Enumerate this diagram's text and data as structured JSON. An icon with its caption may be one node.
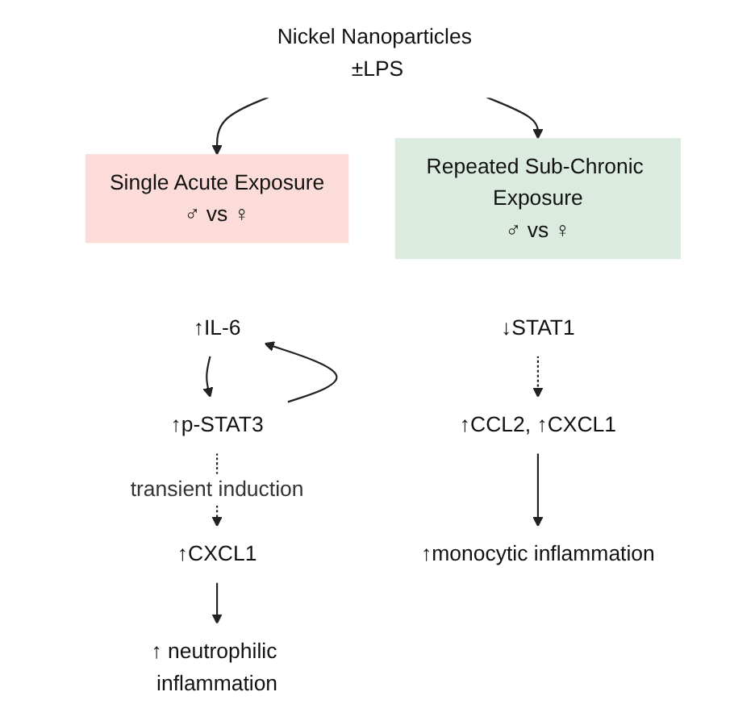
{
  "diagram": {
    "nodes": [
      {
        "text": [
          "Nickel Nanoparticles ±LPS"
        ]
      },
      {
        "text": [
          "Single Acute Exposure",
          "♂ vs ♀"
        ]
      },
      {
        "text": [
          "Repeated Sub-Chronic Exposure",
          "♂ vs ♀"
        ]
      },
      {
        "text": [
          "↑IL-6"
        ]
      },
      {
        "text": [
          "↑p-STAT3"
        ]
      },
      {
        "text": [
          "↑CXCL1"
        ]
      },
      {
        "text": [
          "↑ neutrophilic inflammation"
        ]
      },
      {
        "text": [
          "↓STAT1"
        ]
      },
      {
        "text": [
          "↑CCL2, ↑CXCL1"
        ]
      },
      {
        "text": [
          "↑monocytic inflammation"
        ]
      }
    ],
    "edges": [
      {
        "from": 0,
        "to": 1,
        "arrow": "to"
      },
      {
        "from": 0,
        "to": 2,
        "arrow": "to"
      },
      {
        "from": 3,
        "to": 4,
        "arrow": "to"
      },
      {
        "from": 4,
        "to": 3,
        "arrow": "to"
      },
      {
        "from": 4,
        "to": 5,
        "arrow": "to",
        "label": "transient induction",
        "style": "dashed"
      },
      {
        "from": 5,
        "to": 6,
        "arrow": "to"
      },
      {
        "from": 7,
        "to": 8,
        "arrow": "to",
        "style": "dashed"
      },
      {
        "from": 8,
        "to": 9,
        "arrow": "to"
      }
    ]
  }
}
